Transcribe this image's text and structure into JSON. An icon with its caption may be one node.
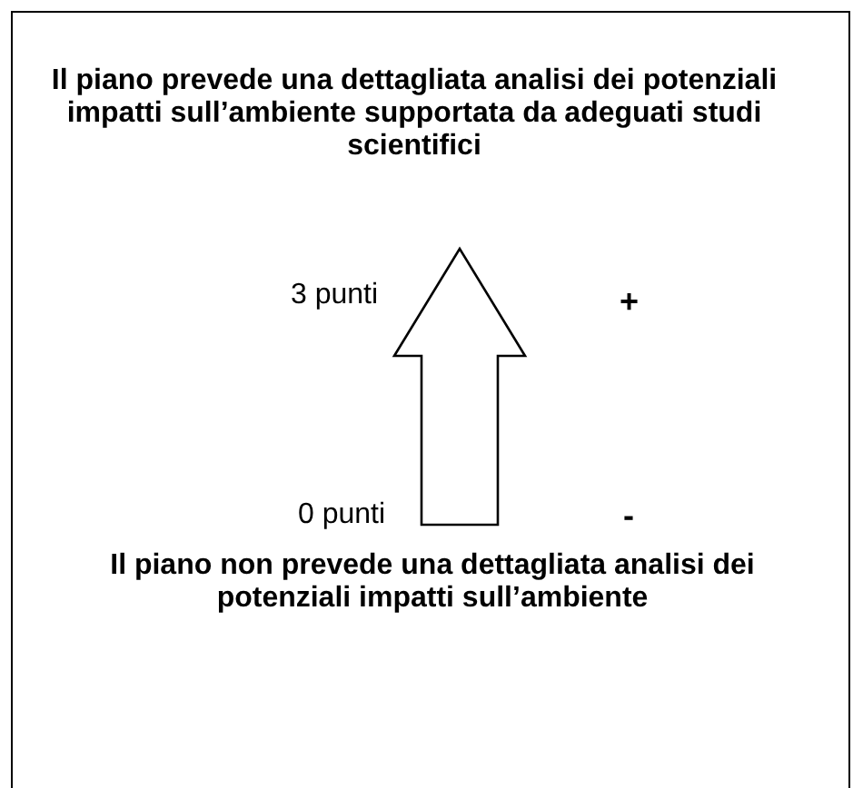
{
  "diagram": {
    "labels": [
      "Il piano prevede una dettagliata analisi dei potenziali impatti sull’ambiente supportata da adeguati studi scientifici",
      "3 punti",
      "+",
      "0 punti",
      "-",
      "Il piano non prevede una dettagliata analisi dei potenziali impatti sull’ambiente"
    ]
  }
}
